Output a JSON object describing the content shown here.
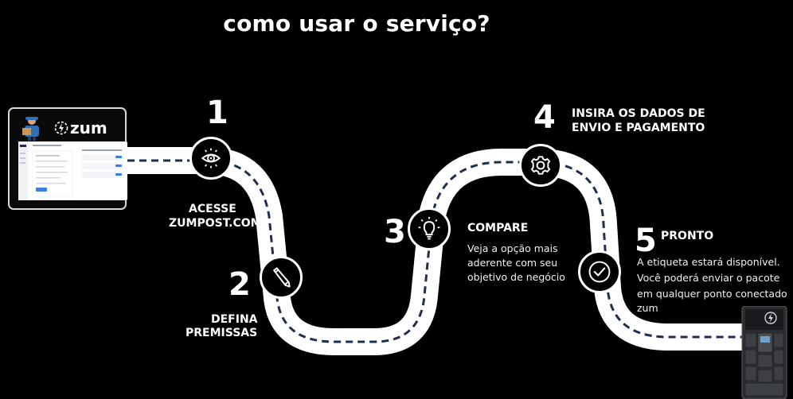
{
  "title": "como usar o serviço?",
  "laptop": {
    "brand": "zum"
  },
  "steps": [
    {
      "number": "1",
      "label_line1": "ACESSE",
      "label_line2": "ZUMPOST.COM",
      "icon": "eye-icon"
    },
    {
      "number": "2",
      "label_line1": "DEFINA",
      "label_line2": "PREMISSAS",
      "icon": "pencil-icon"
    },
    {
      "number": "3",
      "label": "COMPARE",
      "desc_lines": [
        "Veja a opção mais",
        "aderente com seu",
        "objetivo de negócio"
      ],
      "icon": "lightbulb-icon"
    },
    {
      "number": "4",
      "label_line1": "INSIRA OS DADOS DE",
      "label_line2": "ENVIO E PAGAMENTO",
      "icon": "gear-icon"
    },
    {
      "number": "5",
      "label": "PRONTO",
      "desc_lines": [
        "A etiqueta estará disponível.",
        "Você poderá enviar o pacote",
        "em qualquer ponto conectado",
        "zum"
      ],
      "icon": "check-icon"
    }
  ],
  "colors": {
    "background": "#000000",
    "road": "#ffffff",
    "road_dash": "#1f2f52",
    "text": "#ffffff"
  }
}
